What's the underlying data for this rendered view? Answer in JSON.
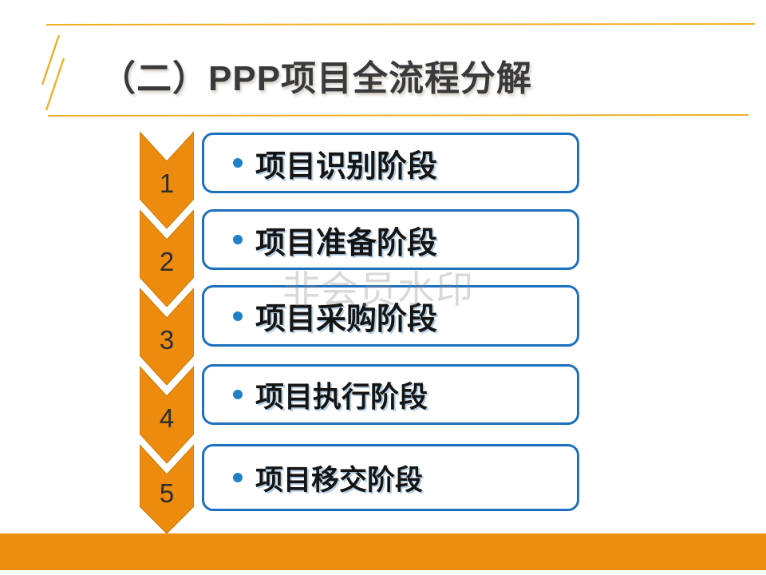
{
  "slide": {
    "title": "（二）PPP项目全流程分解",
    "watermark": "非会员水印"
  },
  "steps": [
    {
      "number": "1",
      "label": "项目识别阶段"
    },
    {
      "number": "2",
      "label": "项目准备阶段"
    },
    {
      "number": "3",
      "label": "项目采购阶段"
    },
    {
      "number": "4",
      "label": "项目执行阶段"
    },
    {
      "number": "5",
      "label": "项目移交阶段"
    }
  ],
  "colors": {
    "chevron_fill": "#EC8B0D",
    "chevron_stroke": "#C9790B",
    "bottom_bar": "#EE8E10",
    "box_border": "#1D70BE",
    "bullet_blue": "#1F80C8",
    "accent_gold": "#EEB02A",
    "title_text": "#3A3A3C",
    "watermark_gray": "#DDDDDD"
  }
}
